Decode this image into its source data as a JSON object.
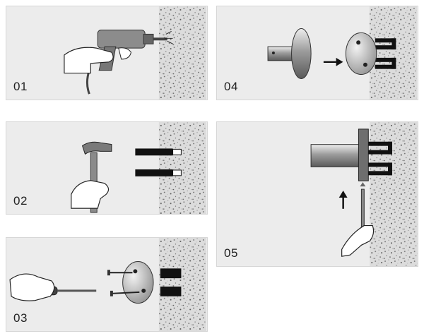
{
  "steps": [
    {
      "id": "01",
      "icon": "drill-icon"
    },
    {
      "id": "02",
      "icon": "hammer-icon"
    },
    {
      "id": "03",
      "icon": "screwdriver-icon"
    },
    {
      "id": "04",
      "icon": "mount-bracket-icon"
    },
    {
      "id": "05",
      "icon": "hex-key-icon"
    }
  ],
  "colors": {
    "wall": "#d9d9d9",
    "panel": "#ececec",
    "anchor": "#111111",
    "metal": "#9a9a9a"
  }
}
